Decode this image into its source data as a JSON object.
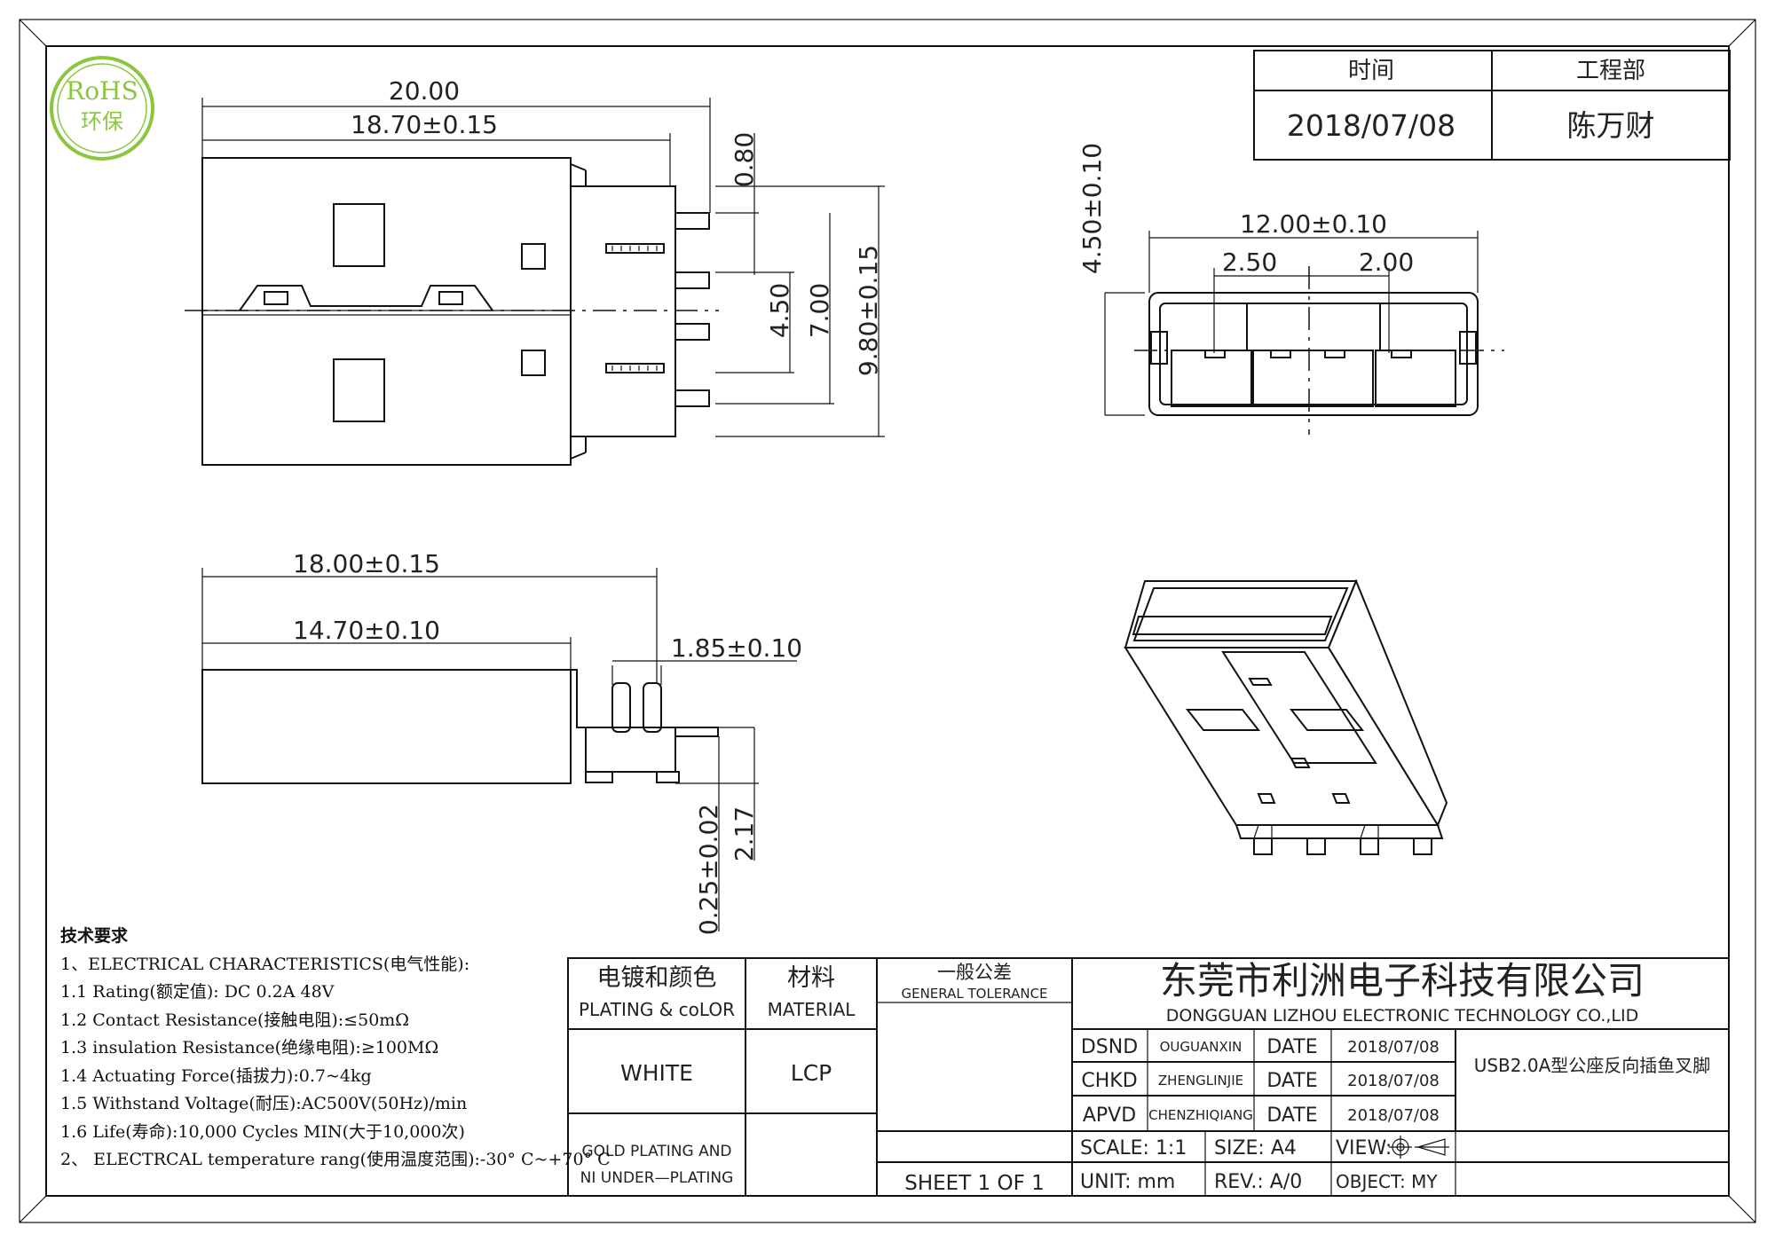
{
  "logo": {
    "line1": "RoHS",
    "line2": "环保",
    "color": "#8cc63f"
  },
  "approval_box": {
    "headers": [
      "时间",
      "工程部"
    ],
    "values": [
      "2018/07/08",
      "陈万财"
    ]
  },
  "dimensions": {
    "top_view": [
      "20.00",
      "18.70±0.15",
      "0.80",
      "4.50",
      "7.00",
      "9.80±0.15"
    ],
    "end_view": [
      "4.50±0.10",
      "12.00±0.10",
      "2.50",
      "2.00"
    ],
    "side_view": [
      "18.00±0.15",
      "14.70±0.10",
      "1.85±0.10",
      "2.17",
      "0.25±0.02"
    ]
  },
  "notes": {
    "title": "技术要求",
    "lines": [
      "1、ELECTRICAL CHARACTERISTICS(电气性能):",
      "1.1 Rating(额定值): DC 0.2A 48V",
      "1.2 Contact Resistance(接触电阻):≤50mΩ",
      "1.3 insulation Resistance(绝缘电阻):≥100MΩ",
      "1.4 Actuating Force(插拔力):0.7~4kg",
      "1.5 Withstand Voltage(耐压):AC500V(50Hz)/min",
      "1.6 Life(寿命):10,000 Cycles MIN(大于10,000次)",
      "2、 ELECTRCAL temperature rang(使用温度范围):-30° C~+70° C"
    ]
  },
  "title_block": {
    "plating_cn": "电镀和颜色",
    "plating_en": "PLATING & coLOR",
    "material_cn": "材料",
    "material_en": "MATERIAL",
    "tolerance_cn": "一般公差",
    "tolerance_en": "GENERAL TOLERANCE",
    "color_value": "WHITE",
    "material_value": "LCP",
    "plating_value_1": "GOLD PLATING AND",
    "plating_value_2": "NI UNDER—PLATING",
    "sheet": "SHEET 1 OF 1",
    "company_cn": "东莞市利洲电子科技有限公司",
    "company_en": "DONGGUAN LIZHOU ELECTRONIC TECHNOLOGY CO.,LID",
    "rows": [
      {
        "role": "DSND",
        "name": "OUGUANXIN",
        "date_label": "DATE",
        "date": "2018/07/08"
      },
      {
        "role": "CHKD",
        "name": "ZHENGLINJIE",
        "date_label": "DATE",
        "date": "2018/07/08"
      },
      {
        "role": "APVD",
        "name": "CHENZHIQIANG",
        "date_label": "DATE",
        "date": "2018/07/08"
      }
    ],
    "part_name": "USB2.0A型公座反向插鱼叉脚",
    "scale": "SCALE: 1:1",
    "size": "SIZE: A4",
    "view": "VIEW:",
    "unit": "UNIT: mm",
    "rev": "REV.: A/0",
    "object": "OBJECT: MY"
  }
}
